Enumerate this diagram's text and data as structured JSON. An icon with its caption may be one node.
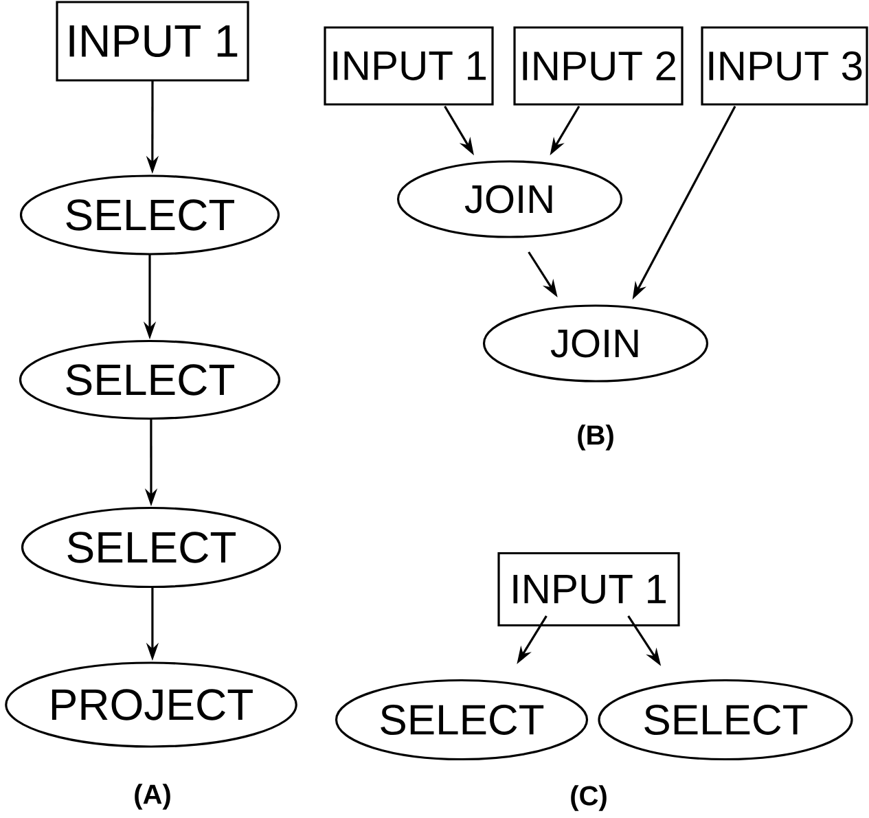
{
  "diagram": {
    "nodes": [
      {
        "text": [
          "INPUT 1"
        ]
      },
      {
        "text": [
          "SELECT"
        ]
      },
      {
        "text": [
          "SELECT"
        ]
      },
      {
        "text": [
          "SELECT"
        ]
      },
      {
        "text": [
          "PROJECT"
        ]
      },
      {
        "text": [
          "INPUT 1"
        ]
      },
      {
        "text": [
          "INPUT 2"
        ]
      },
      {
        "text": [
          "INPUT 3"
        ]
      },
      {
        "text": [
          "JOIN"
        ]
      },
      {
        "text": [
          "JOIN"
        ]
      },
      {
        "text": [
          "INPUT 1"
        ]
      },
      {
        "text": [
          "SELECT"
        ]
      },
      {
        "text": [
          "SELECT"
        ]
      }
    ],
    "edges": [
      {
        "from": 0,
        "to": 1,
        "arrow": "to"
      },
      {
        "from": 1,
        "to": 2,
        "arrow": "to"
      },
      {
        "from": 2,
        "to": 3,
        "arrow": "to"
      },
      {
        "from": 3,
        "to": 4,
        "arrow": "to"
      },
      {
        "from": 5,
        "to": 8,
        "arrow": "to"
      },
      {
        "from": 6,
        "to": 8,
        "arrow": "to"
      },
      {
        "from": 8,
        "to": 9,
        "arrow": "to"
      },
      {
        "from": 7,
        "to": 9,
        "arrow": "to"
      },
      {
        "from": 10,
        "to": 11,
        "arrow": "to"
      },
      {
        "from": 10,
        "to": 12,
        "arrow": "to"
      }
    ],
    "labels": [
      "(B)",
      "(A)",
      "(C)"
    ]
  }
}
